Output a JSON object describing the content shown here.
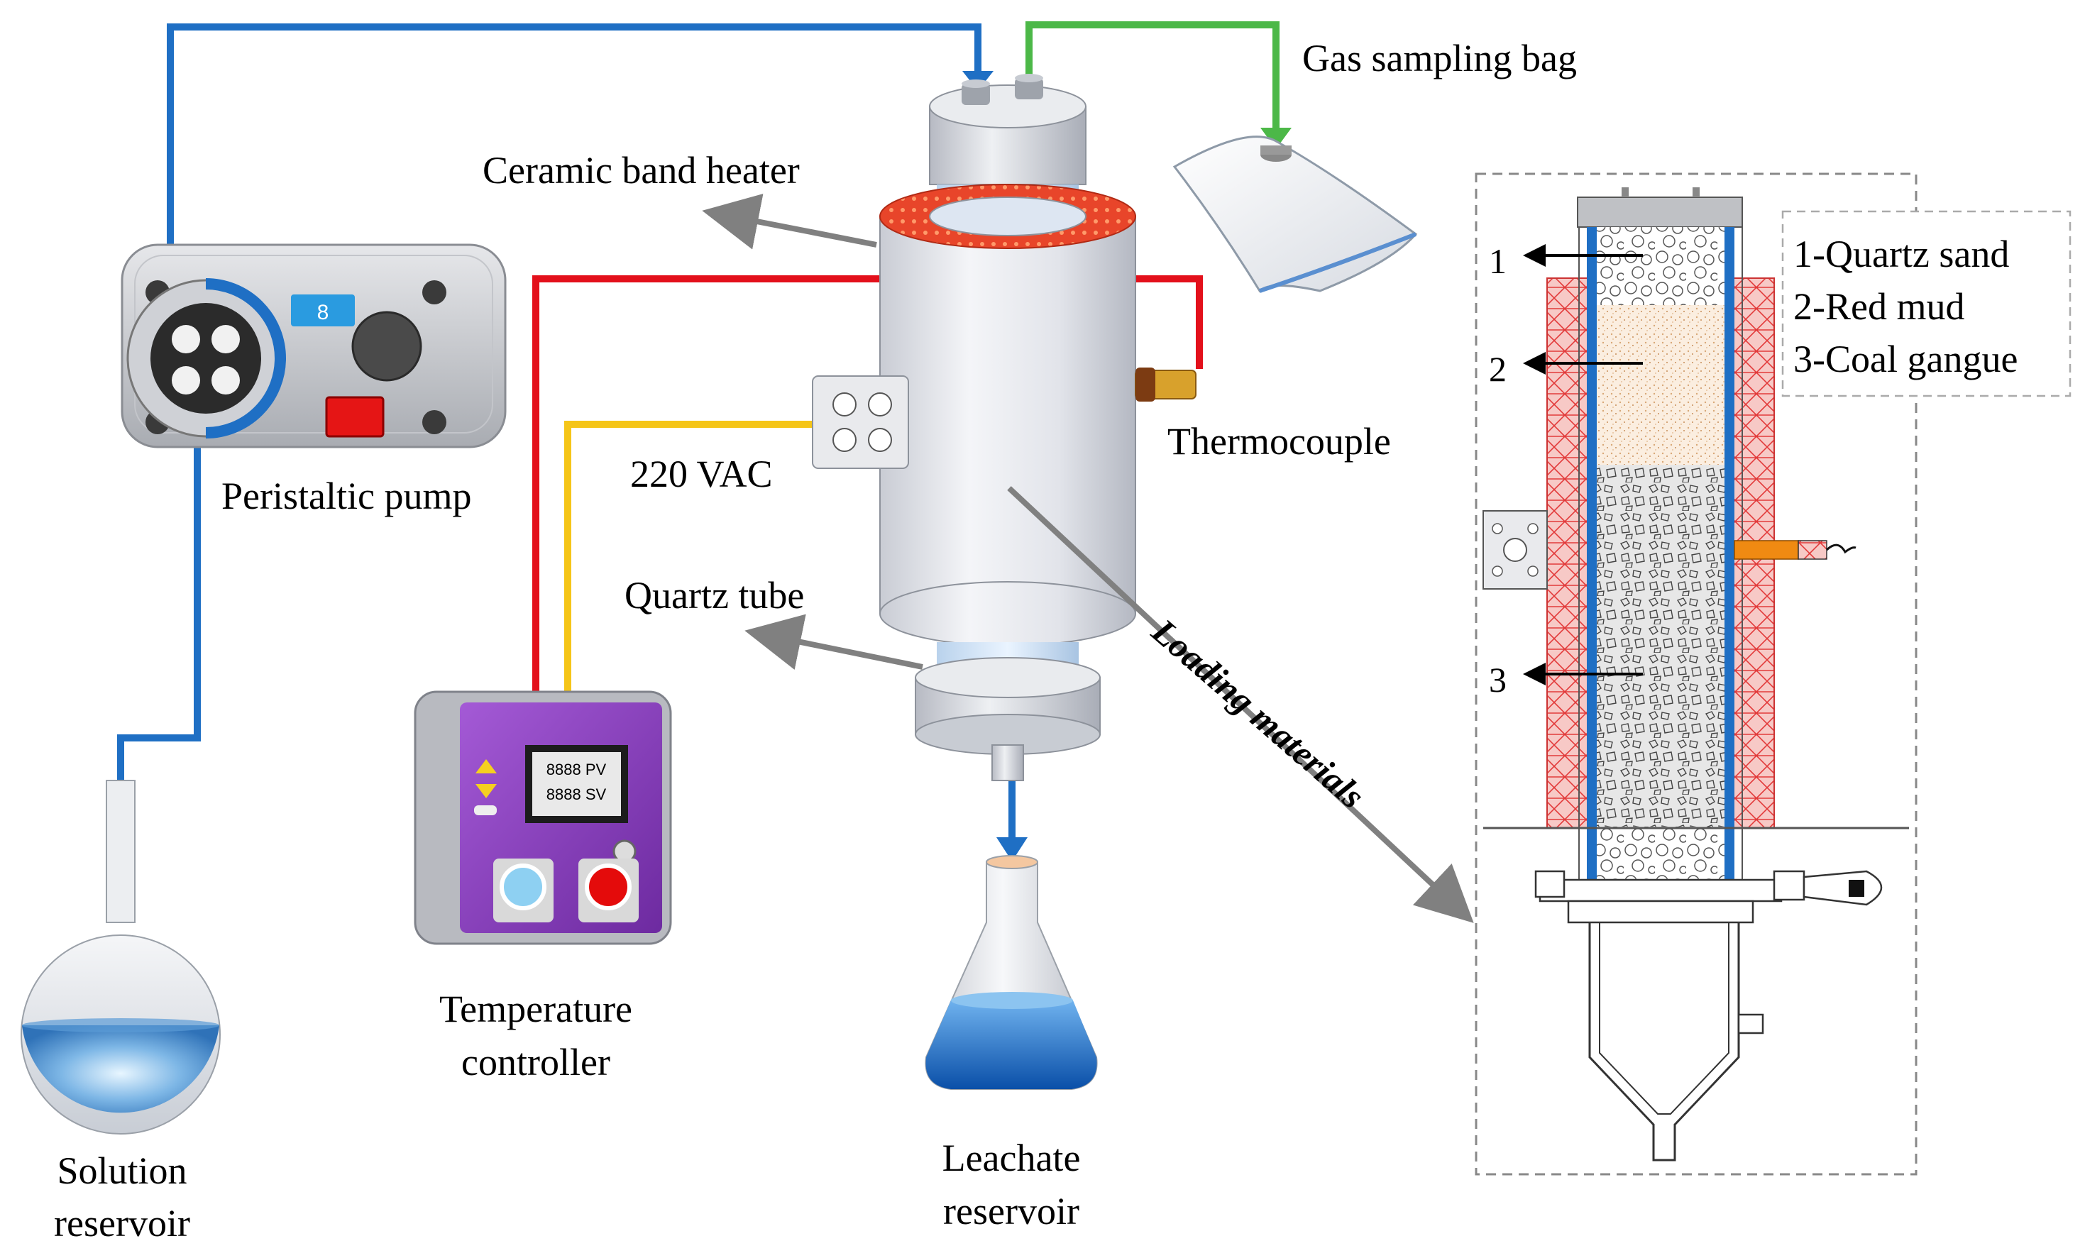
{
  "labels": {
    "gas_sampling_bag": "Gas sampling bag",
    "ceramic_band_heater": "Ceramic band heater",
    "peristaltic_pump": "Peristaltic pump",
    "thermocouple": "Thermocouple",
    "vac": "220 VAC",
    "quartz_tube": "Quartz tube",
    "loading_materials": "Loading materials",
    "temperature_controller_1": "Temperature",
    "temperature_controller_2": "controller",
    "solution_reservoir_1": "Solution",
    "solution_reservoir_2": "reservoir",
    "leachate_reservoir_1": "Leachate",
    "leachate_reservoir_2": "reservoir"
  },
  "pump": {
    "display": "8"
  },
  "controller": {
    "pv": "8888 PV",
    "sv": "8888 SV"
  },
  "column": {
    "markers": [
      "1",
      "2",
      "3"
    ],
    "legend": [
      "1-Quartz sand",
      "2-Red mud",
      "3-Coal gangue"
    ]
  },
  "colors": {
    "blue_line": "#1f6fc4",
    "green_line": "#4cb848",
    "red_line": "#e3101b",
    "yellow_line": "#f5c518",
    "heater_red": "#e8452a",
    "controller_purple": "#8a3fbf"
  }
}
